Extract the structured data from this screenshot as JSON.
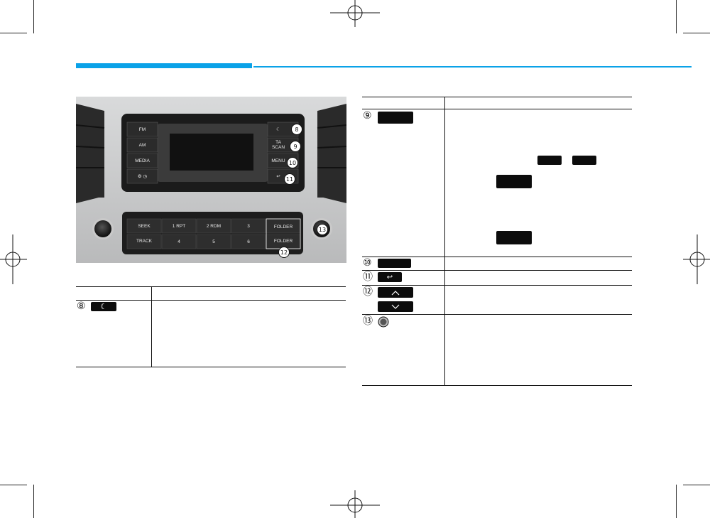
{
  "panel_photo": {
    "buttons": {
      "fm": "FM",
      "am": "AM",
      "media": "MEDIA",
      "ta_scan": "TA\nSCAN",
      "menu": "MENU",
      "seek": "SEEK",
      "track": "TRACK",
      "folder_up": "FOLDER",
      "folder_down": "FOLDER",
      "preset_1": "1 RPT",
      "preset_2": "2 RDM",
      "preset_3": "3",
      "preset_4": "4",
      "preset_5": "5",
      "preset_6": "6"
    },
    "callouts": {
      "c8": "8",
      "c9": "9",
      "c10": "10",
      "c11": "11",
      "c12": "12",
      "c13": "13"
    }
  },
  "left_table": {
    "row8_number": "⑧"
  },
  "right_table": {
    "row9_number": "⑨",
    "row10_number": "⑩",
    "row11_number": "⑪",
    "row12_number": "⑫",
    "row13_number": "⑬"
  },
  "colors": {
    "accent": "#0aa2e8",
    "key_bg": "#0c0c0c"
  }
}
